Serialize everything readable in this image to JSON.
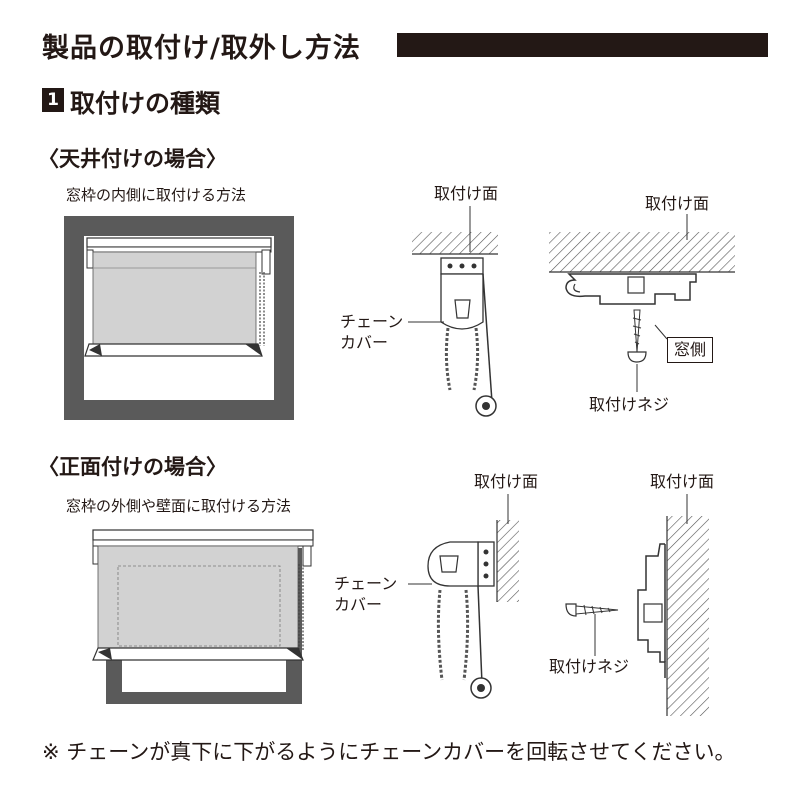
{
  "header": {
    "title": "製品の取付け/取外し方法",
    "bar_color": "#231815"
  },
  "section": {
    "number": "1",
    "title": "取付けの種類"
  },
  "ceiling": {
    "heading": "〈天井付けの場合〉",
    "caption": "窓枠の内側に取付ける方法",
    "surface_label_1": "取付け面",
    "surface_label_2": "取付け面",
    "chain_cover_label": "チェーン\nカバー",
    "window_side_label": "窓側",
    "screw_label": "取付けネジ"
  },
  "front": {
    "heading": "〈正面付けの場合〉",
    "caption": "窓枠の外側や壁面に取付ける方法",
    "surface_label_1": "取付け面",
    "surface_label_2": "取付け面",
    "chain_cover_label": "チェーン\nカバー",
    "screw_label": "取付けネジ"
  },
  "note": "※ チェーンが真下に下がるようにチェーンカバーを回転させてください。"
}
